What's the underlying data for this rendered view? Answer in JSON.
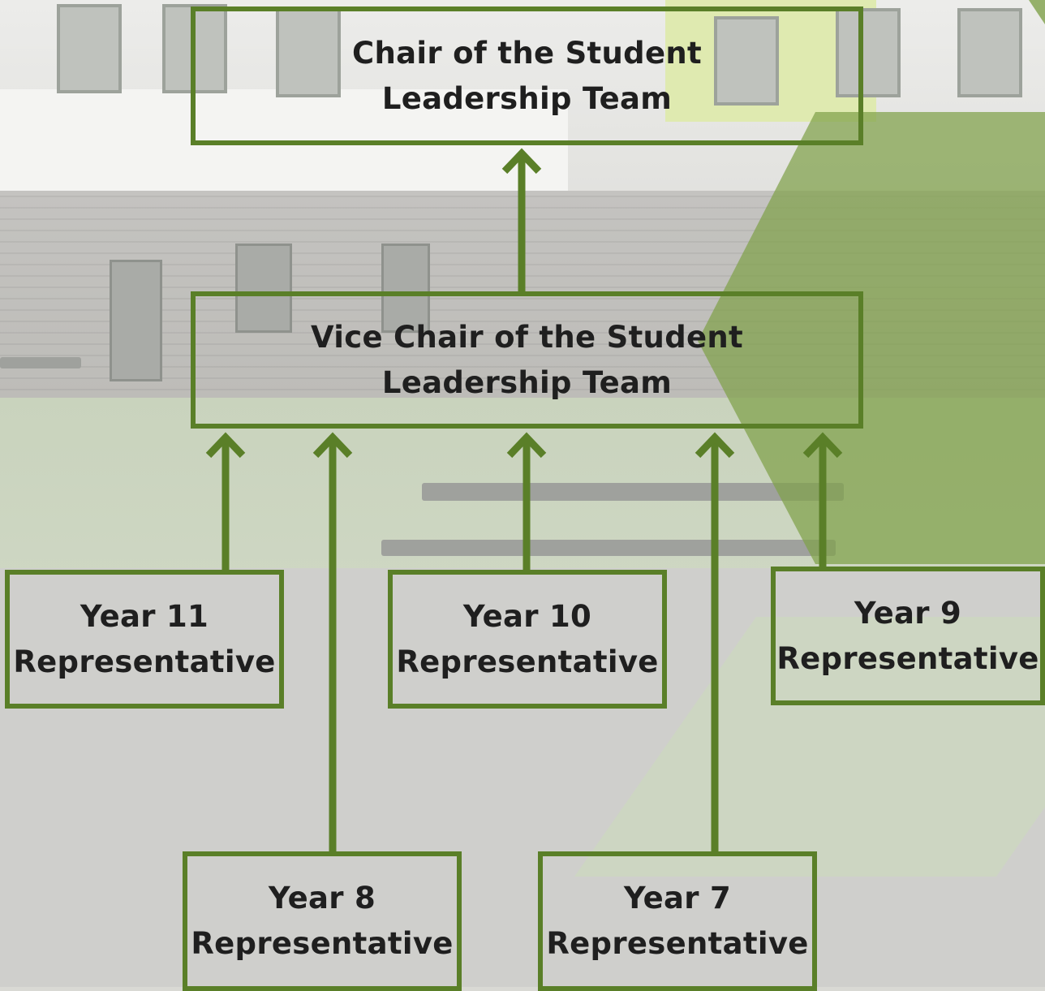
{
  "diagram": {
    "type": "org-chart",
    "colors": {
      "border": "#5a7f28",
      "arrow": "#5a7f28",
      "text": "#1f1f1f",
      "accent_overlay": "#7fa14a"
    },
    "chair": {
      "line1": "Chair of the Student",
      "line2": "Leadership Team"
    },
    "vice_chair": {
      "line1": "Vice Chair of the Student",
      "line2": "Leadership Team"
    },
    "representatives": [
      {
        "id": "year-11",
        "line1": "Year 11",
        "line2": "Representative"
      },
      {
        "id": "year-10",
        "line1": "Year 10",
        "line2": "Representative"
      },
      {
        "id": "year-9",
        "line1": "Year 9",
        "line2": "Representative"
      },
      {
        "id": "year-8",
        "line1": "Year 8",
        "line2": "Representative"
      },
      {
        "id": "year-7",
        "line1": "Year 7",
        "line2": "Representative"
      }
    ],
    "edges": [
      {
        "from": "vice_chair",
        "to": "chair"
      },
      {
        "from": "year-11",
        "to": "vice_chair"
      },
      {
        "from": "year-8",
        "to": "vice_chair"
      },
      {
        "from": "year-10",
        "to": "vice_chair"
      },
      {
        "from": "year-7",
        "to": "vice_chair"
      },
      {
        "from": "year-9",
        "to": "vice_chair"
      }
    ]
  }
}
